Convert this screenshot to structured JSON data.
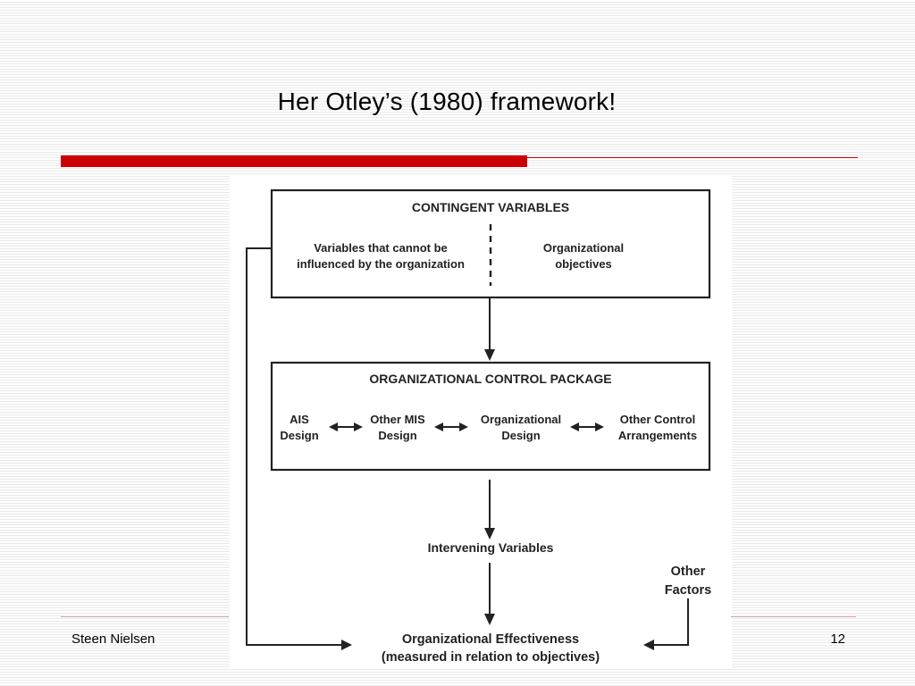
{
  "slide": {
    "title": "Her Otley’s (1980) framework!",
    "author": "Steen Nielsen",
    "page_number": "12"
  },
  "diagram": {
    "contingent": {
      "heading": "CONTINGENT VARIABLES",
      "left_line1": "Variables that cannot be",
      "left_line2": "influenced by the organization",
      "right_line1": "Organizational",
      "right_line2": "objectives"
    },
    "control_package": {
      "heading": "ORGANIZATIONAL CONTROL PACKAGE",
      "ais_line1": "AIS",
      "ais_line2": "Design",
      "mis_line1": "Other MIS",
      "mis_line2": "Design",
      "org_line1": "Organizational",
      "org_line2": "Design",
      "ctrl_line1": "Other Control",
      "ctrl_line2": "Arrangements"
    },
    "intervening": "Intervening Variables",
    "other_factors_line1": "Other",
    "other_factors_line2": "Factors",
    "effectiveness_line1": "Organizational Effectiveness",
    "effectiveness_line2": "(measured in relation to objectives)"
  }
}
